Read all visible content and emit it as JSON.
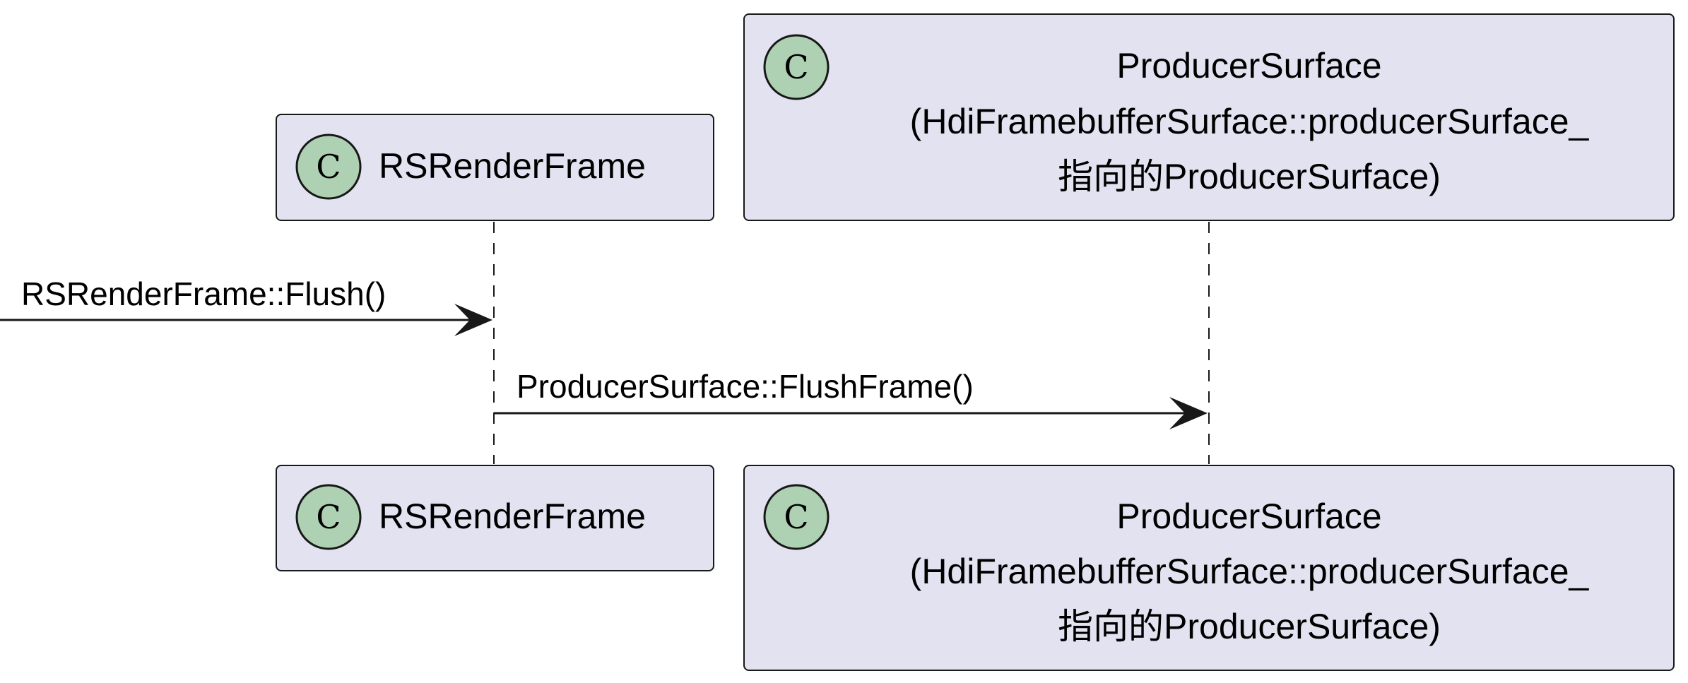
{
  "participants": {
    "rsrenderframe": {
      "name": "RSRenderFrame",
      "stereotype_icon": "class-badge-icon",
      "stereotype_letter": "C"
    },
    "producersurface": {
      "line1": "ProducerSurface",
      "line2": "(HdiFramebufferSurface::producerSurface_",
      "line3": "指向的ProducerSurface)",
      "stereotype_icon": "class-badge-icon",
      "stereotype_letter": "C"
    }
  },
  "messages": [
    {
      "from": "external",
      "to": "RSRenderFrame",
      "label": "RSRenderFrame::Flush()"
    },
    {
      "from": "RSRenderFrame",
      "to": "ProducerSurface",
      "label": "ProducerSurface::FlushFrame()"
    }
  ],
  "colors": {
    "participant_fill": "#e2e2f0",
    "badge_fill": "#add1b2",
    "stroke": "#181818"
  }
}
